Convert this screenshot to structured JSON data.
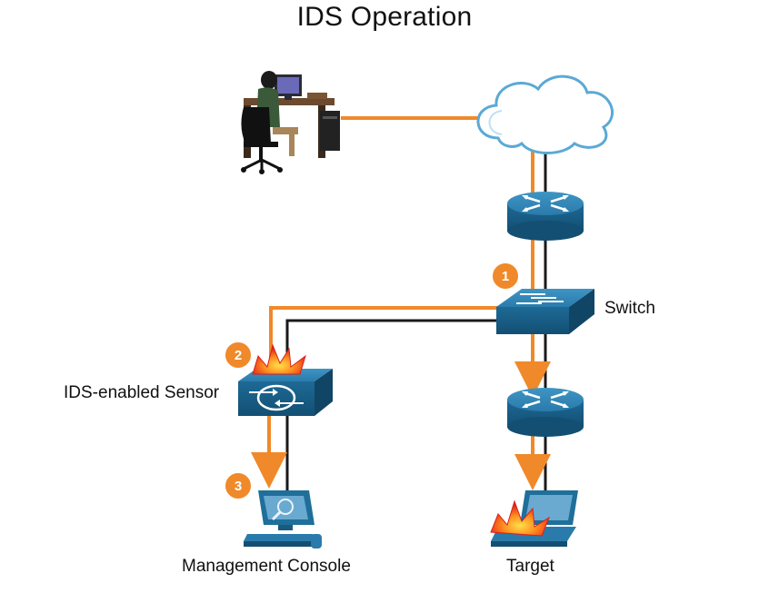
{
  "title": "IDS Operation",
  "labels": {
    "switch": "Switch",
    "sensor": "IDS-enabled Sensor",
    "console": "Management Console",
    "target": "Target"
  },
  "steps": [
    "1",
    "2",
    "3"
  ],
  "colors": {
    "attack_path": "#f0892a",
    "link": "#1a1a1a",
    "device_blue": "#1f6f9a",
    "badge": "#f0892a"
  }
}
